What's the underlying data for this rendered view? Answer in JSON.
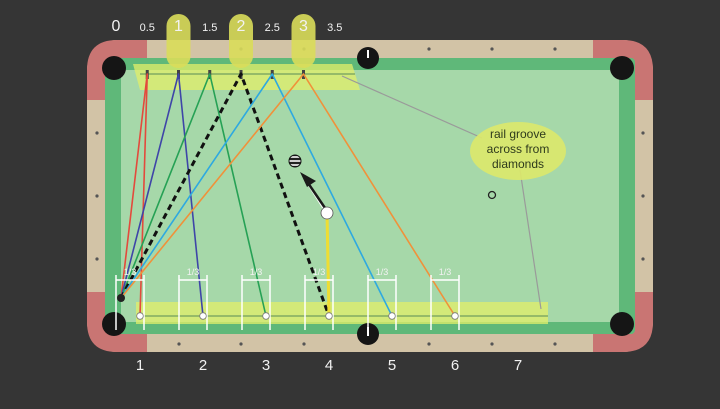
{
  "colors": {
    "background": "#353535",
    "rail_wood": "#d2c3a6",
    "corner_rail": "#c97573",
    "cushion": "#5fb879",
    "cloth": "#a6d8a9",
    "groove_highlight": "#e2ef6a",
    "circle_highlight": "#d9dd5a",
    "label_light": "#f2f2f2",
    "callout_fill": "#dde96a",
    "callout_text": "#2e3a1c"
  },
  "top_labels": [
    "0",
    "0.5",
    "1",
    "1.5",
    "2",
    "2.5",
    "3",
    "3.5"
  ],
  "highlighted_labels": [
    "1",
    "2",
    "3"
  ],
  "bottom_labels": [
    "1",
    "2",
    "3",
    "4",
    "5",
    "6",
    "7"
  ],
  "fraction_label": "1/3",
  "callout": {
    "line1": "rail groove",
    "line2": "across from",
    "line3": "diamonds"
  },
  "shot_lines": [
    {
      "color": "#e34a3c",
      "from": "0.5",
      "to": "1",
      "dashed": false
    },
    {
      "color": "#3e45a8",
      "from": "1",
      "to": "2",
      "dashed": false
    },
    {
      "color": "#26a155",
      "from": "1.5",
      "to": "3",
      "dashed": false
    },
    {
      "color": "#eedd33",
      "from": "2",
      "to": "4",
      "dashed": true
    },
    {
      "color": "#2ea9e0",
      "from": "2.5",
      "to": "5",
      "dashed": false
    },
    {
      "color": "#f0913a",
      "from": "3",
      "to": "6",
      "dashed": false
    }
  ],
  "icons": {
    "cue_ball": "white-circle",
    "object_ball": "striped-ball",
    "ghost_ball": "outlined-circle",
    "direction": "arrow"
  }
}
